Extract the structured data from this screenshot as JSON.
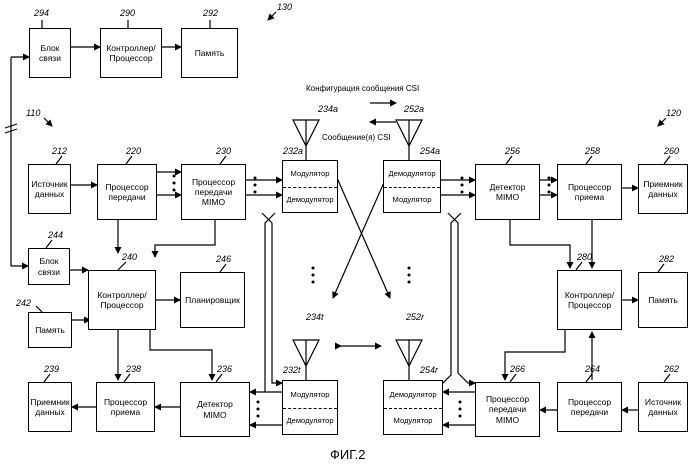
{
  "figure_label": "ФИГ.2",
  "messages": {
    "csi_config": "Конфигурация сообщения CSI",
    "csi_reports": "Сообщение(я) CSI"
  },
  "station_130": {
    "ref": "130",
    "comm_block": {
      "ref": "294",
      "label": "Блок\nсвязи"
    },
    "controller": {
      "ref": "290",
      "label": "Контроллер/\nПроцессор"
    },
    "memory": {
      "ref": "292",
      "label": "Память"
    }
  },
  "station_110": {
    "ref": "110",
    "data_source": {
      "ref": "212",
      "label": "Источник\nданных"
    },
    "tx_processor": {
      "ref": "220",
      "label": "Процессор\nпередачи"
    },
    "tx_mimo": {
      "ref": "230",
      "label": "Процессор\nпередачи\nMIMO"
    },
    "modem_a": {
      "ref": "232a",
      "top": "Модулятор",
      "bottom": "Демодулятор"
    },
    "antenna_a": {
      "ref": "234a"
    },
    "comm_block": {
      "ref": "244",
      "label": "Блок связи"
    },
    "controller": {
      "ref": "240",
      "label": "Контроллер/\nПроцессор"
    },
    "scheduler": {
      "ref": "246",
      "label": "Планировщик"
    },
    "memory": {
      "ref": "242",
      "label": "Память"
    },
    "data_sink": {
      "ref": "239",
      "label": "Приемник\nданных"
    },
    "rx_processor": {
      "ref": "238",
      "label": "Процессор\nприема"
    },
    "mimo_detector": {
      "ref": "236",
      "label": "Детектор\nMIMO"
    },
    "modem_t": {
      "ref": "232t",
      "top": "Модулятор",
      "bottom": "Демодулятор"
    },
    "antenna_t": {
      "ref": "234t"
    }
  },
  "station_120": {
    "ref": "120",
    "antenna_a": {
      "ref": "252a"
    },
    "modem_a": {
      "ref": "254a",
      "top": "Демодулятор",
      "bottom": "Модулятор"
    },
    "mimo_detector": {
      "ref": "256",
      "label": "Детектор\nMIMO"
    },
    "rx_processor": {
      "ref": "258",
      "label": "Процессор\nприема"
    },
    "data_sink": {
      "ref": "260",
      "label": "Приемник\nданных"
    },
    "controller": {
      "ref": "280",
      "label": "Контроллер/\nПроцессор"
    },
    "memory": {
      "ref": "282",
      "label": "Память"
    },
    "antenna_r": {
      "ref": "252r"
    },
    "modem_r": {
      "ref": "254r",
      "top": "Демодулятор",
      "bottom": "Модулятор"
    },
    "tx_mimo": {
      "ref": "266",
      "label": "Процессор\nпередачи\nMIMO"
    },
    "tx_processor": {
      "ref": "264",
      "label": "Процессор\nпередачи"
    },
    "data_source": {
      "ref": "262",
      "label": "Источник\nданных"
    }
  }
}
